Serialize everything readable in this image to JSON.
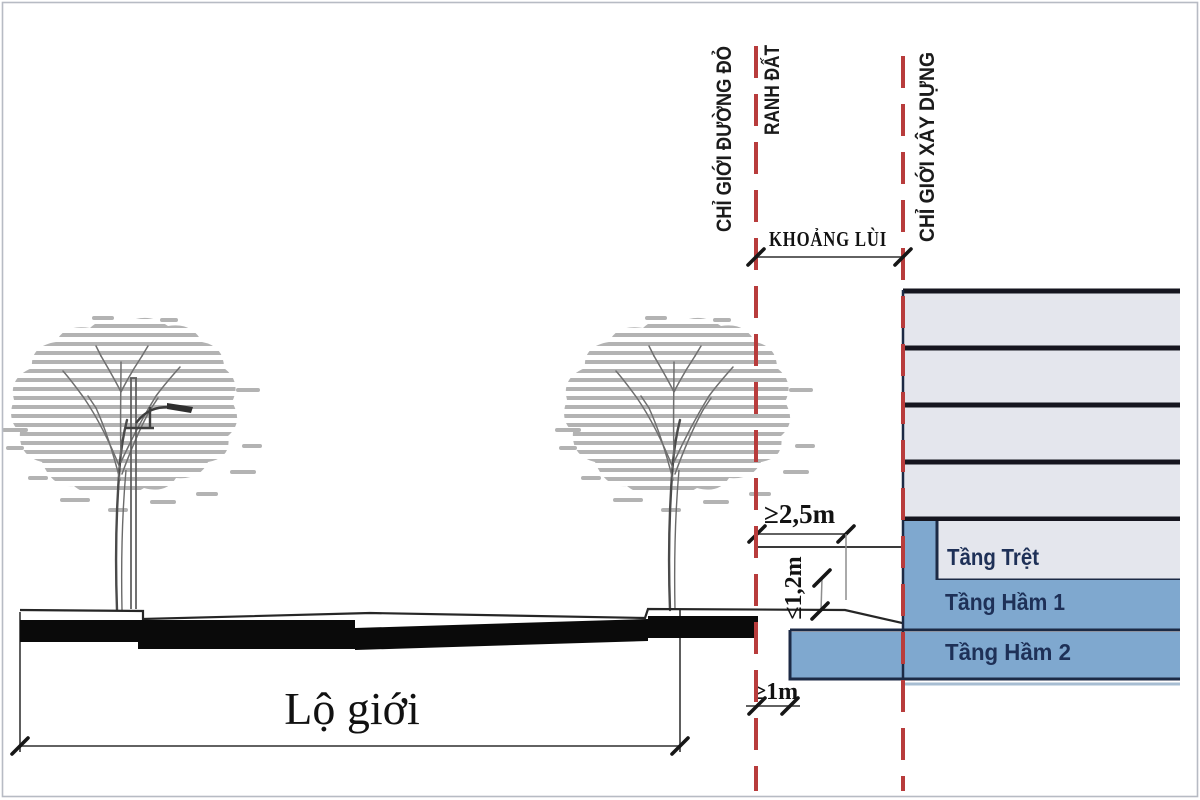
{
  "diagram": {
    "title_context": "Road boundary and building setback cross-section",
    "boundary_labels": {
      "red_line": "CHỈ GIỚI ĐƯỜNG ĐỎ",
      "land_boundary": "RANH ĐẤT",
      "construction_line": "CHỈ GIỚI XÂY DỰNG"
    },
    "dimensions": {
      "setback_label": "KHOẢNG LÙI",
      "setback_min": "≥2,5m",
      "basement_protrusion_max": "≤1,2m",
      "basement_edge_min": "≥1m",
      "road_width_label": "Lộ giới"
    },
    "building": {
      "upper_floor_count": 4,
      "floors": [
        {
          "label": "Tầng Trệt"
        },
        {
          "label": "Tầng Hầm 1"
        },
        {
          "label": "Tầng Hầm 2"
        }
      ]
    },
    "colors": {
      "boundary_red": "#b83c3c",
      "basement_blue": "#7fa8cf",
      "floor_gray": "#e4e6ed",
      "structure_line": "#15151f",
      "floor_label_navy": "#1e3057",
      "canopy_gray": "#b3b3b3"
    }
  }
}
